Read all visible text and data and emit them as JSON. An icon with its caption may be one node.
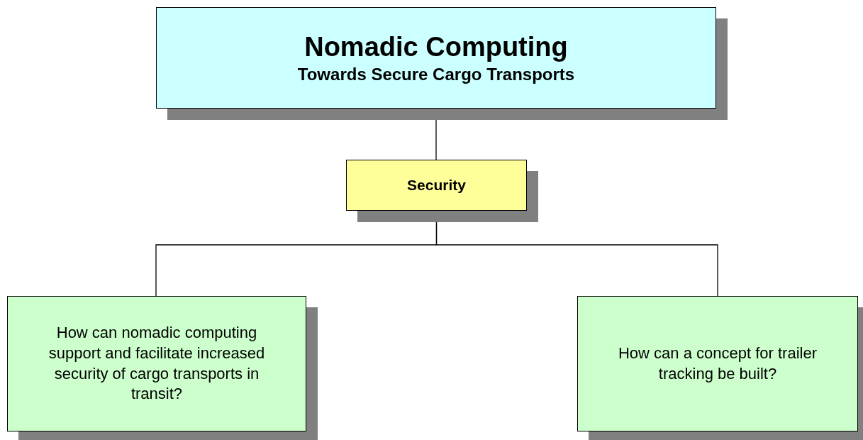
{
  "diagram": {
    "nodes": [
      {
        "text": [
          "Nomadic Computing",
          "Towards Secure Cargo Transports"
        ]
      },
      {
        "text": [
          "Security"
        ]
      },
      {
        "text": [
          "How can nomadic computing support and facilitate increased security of cargo transports in transit?"
        ]
      },
      {
        "text": [
          "How can a concept for trailer tracking be built?"
        ]
      }
    ],
    "edges": [
      {
        "from": 0,
        "to": 1,
        "arrow": "none"
      },
      {
        "from": 1,
        "to": 2,
        "arrow": "none"
      },
      {
        "from": 1,
        "to": 3,
        "arrow": "none"
      }
    ]
  }
}
